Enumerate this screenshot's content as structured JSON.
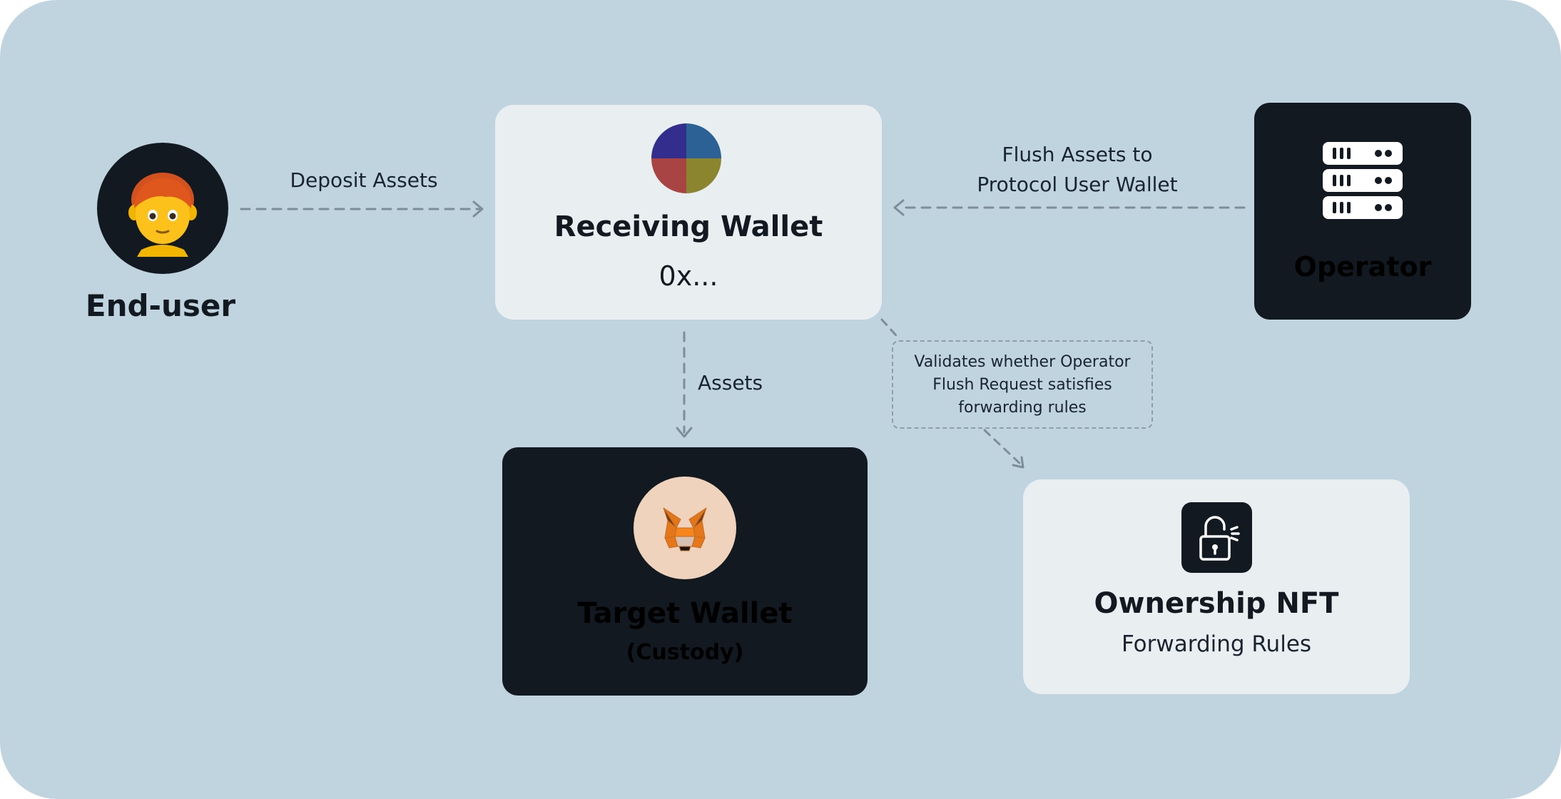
{
  "colors": {
    "background": "#bfd4df",
    "dark_node": "#121920",
    "light_node": "#e9eef1",
    "edge": "#7e8e97"
  },
  "nodes": {
    "end_user": {
      "label": "End-user",
      "icon": "person-emoji-icon"
    },
    "receiving_wallet": {
      "title": "Receiving Wallet",
      "address": "0x...",
      "icon": "wallet-pie-avatar-icon"
    },
    "operator": {
      "label": "Operator",
      "icon": "server-rack-icon"
    },
    "target_wallet": {
      "title": "Target Wallet",
      "subtitle": "(Custody)",
      "icon": "fox-wallet-icon"
    },
    "ownership_nft": {
      "title": "Ownership NFT",
      "subtitle": "Forwarding Rules",
      "icon": "padlock-open-icon"
    }
  },
  "edges": {
    "deposit": "Deposit Assets",
    "flush_line1": "Flush Assets to",
    "flush_line2": "Protocol User Wallet",
    "assets": "Assets"
  },
  "note": {
    "line1": "Validates whether Operator",
    "line2": "Flush Request satisfies",
    "line3": "forwarding rules"
  }
}
